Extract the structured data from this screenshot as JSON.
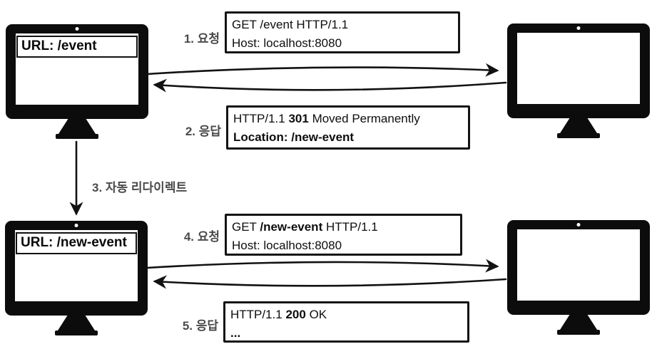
{
  "colors": {
    "ink": "#111111",
    "label_gray": "#4a4a4a",
    "background": "#ffffff"
  },
  "icons": {
    "monitor_camera": "camera-dot"
  },
  "monitors": {
    "top_client_url": "URL: /event",
    "bottom_client_url": "URL: /new-event"
  },
  "redirect_label": "3. 자동 리다이렉트",
  "message_boxes": [
    {
      "step_label": "1. 요청",
      "lines": [
        {
          "pre": "GET /event HTTP/1.1",
          "bold": "",
          "post": ""
        },
        {
          "pre": "Host: localhost:8080",
          "bold": "",
          "post": ""
        }
      ]
    },
    {
      "step_label": "2. 응답",
      "lines": [
        {
          "pre": "HTTP/1.1 ",
          "bold": "301",
          "post": " Moved Permanently"
        },
        {
          "pre": "",
          "bold": "Location: /new-event",
          "post": ""
        }
      ]
    },
    {
      "step_label": "4. 요청",
      "lines": [
        {
          "pre": "GET ",
          "bold": "/new-event",
          "post": " HTTP/1.1"
        },
        {
          "pre": "Host: localhost:8080",
          "bold": "",
          "post": ""
        }
      ]
    },
    {
      "step_label": "5. 응답",
      "lines": [
        {
          "pre": "HTTP/1.1 ",
          "bold": "200",
          "post": " OK"
        },
        {
          "pre": "",
          "bold": "...",
          "post": ""
        }
      ]
    }
  ]
}
